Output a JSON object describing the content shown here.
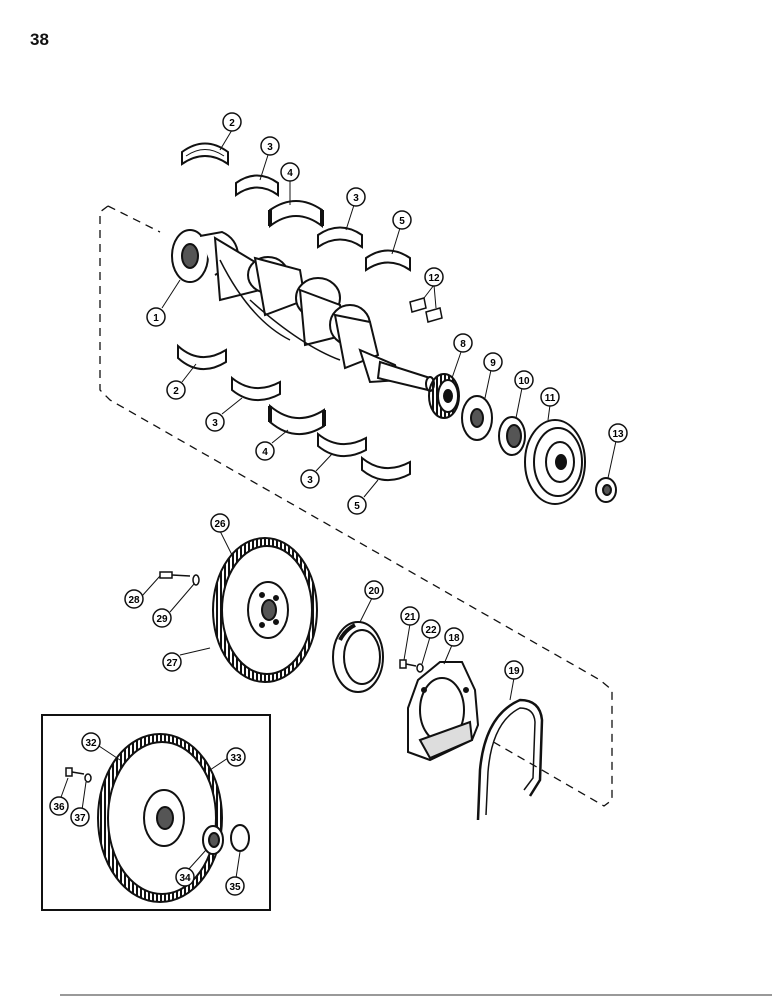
{
  "page": {
    "number": "38"
  },
  "callouts": {
    "c1": "1",
    "c2a": "2",
    "c2b": "2",
    "c3a": "3",
    "c3b": "3",
    "c3c": "3",
    "c3d": "3",
    "c4a": "4",
    "c4b": "4",
    "c5a": "5",
    "c5b": "5",
    "c8": "8",
    "c9": "9",
    "c10": "10",
    "c11": "11",
    "c12": "12",
    "c13": "13",
    "c18": "18",
    "c19": "19",
    "c20": "20",
    "c21": "21",
    "c22": "22",
    "c26": "26",
    "c27": "27",
    "c28": "28",
    "c29": "29",
    "c32": "32",
    "c33": "33",
    "c34": "34",
    "c35": "35",
    "c36": "36",
    "c37": "37"
  },
  "colors": {
    "ink": "#111111",
    "paper": "#ffffff",
    "shade": "#555555"
  }
}
